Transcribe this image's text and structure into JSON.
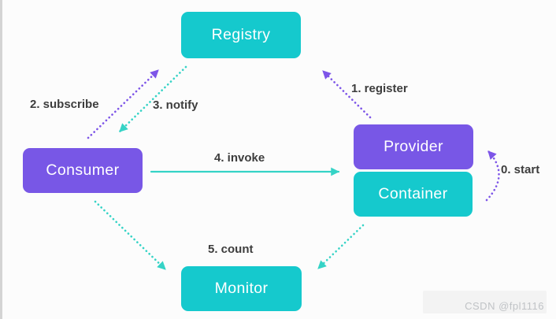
{
  "diagram": {
    "nodes": {
      "registry": {
        "label": "Registry"
      },
      "consumer": {
        "label": "Consumer"
      },
      "provider": {
        "label": "Provider"
      },
      "container": {
        "label": "Container"
      },
      "monitor": {
        "label": "Monitor"
      }
    },
    "edges": {
      "start": {
        "label": "0. start"
      },
      "register": {
        "label": "1. register"
      },
      "subscribe": {
        "label": "2. subscribe"
      },
      "notify": {
        "label": "3. notify"
      },
      "invoke": {
        "label": "4. invoke"
      },
      "count": {
        "label": "5. count"
      }
    },
    "colors": {
      "node_cyan": "#15c9cd",
      "node_purple": "#7857e6",
      "arrow_cyan": "#35d3c6",
      "arrow_purple": "#7d55e8",
      "label_text": "#3d3d3d",
      "node_text": "#ffffff"
    }
  },
  "watermark": {
    "text": "CSDN @fpl1116"
  }
}
